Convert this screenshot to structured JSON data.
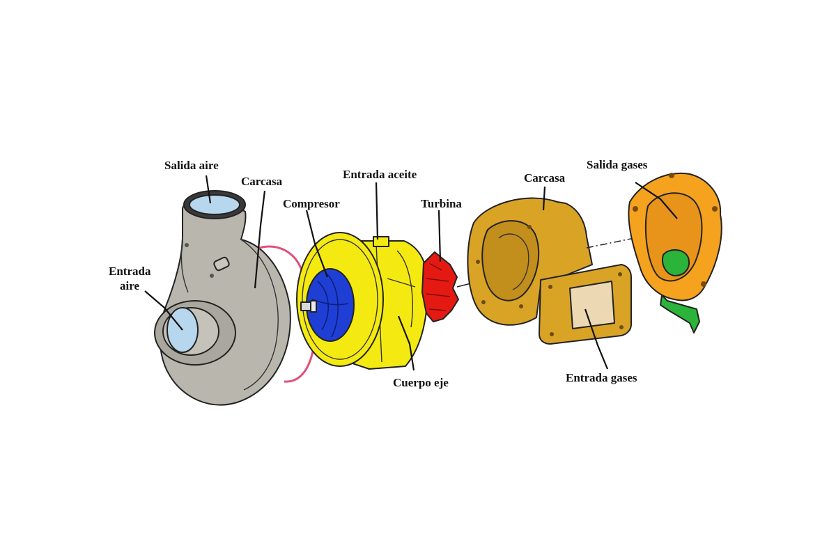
{
  "labels": {
    "salida_aire": "Salida aire",
    "carcasa_compresor": "Carcasa",
    "entrada_aire_line1": "Entrada",
    "entrada_aire_line2": "aire",
    "compresor": "Compresor",
    "entrada_aceite": "Entrada aceite",
    "turbina": "Turbina",
    "cuerpo_eje": "Cuerpo eje",
    "carcasa_turbina": "Carcasa",
    "salida_gases": "Salida gases",
    "entrada_gases": "Entrada gases"
  },
  "colors": {
    "compressor_housing": "#b8b6ad",
    "air_port": "#b7d7ee",
    "compressor_wheel": "#1f3fd4",
    "center_housing": "#f4ea12",
    "turbine_wheel": "#e41a12",
    "turbine_housing": "#d9a326",
    "gas_inlet_plate": "#ecd9b4",
    "exhaust_flange": "#f5a21f",
    "wastegate": "#2bb43a",
    "clamp_ring": "#e04f7a"
  }
}
